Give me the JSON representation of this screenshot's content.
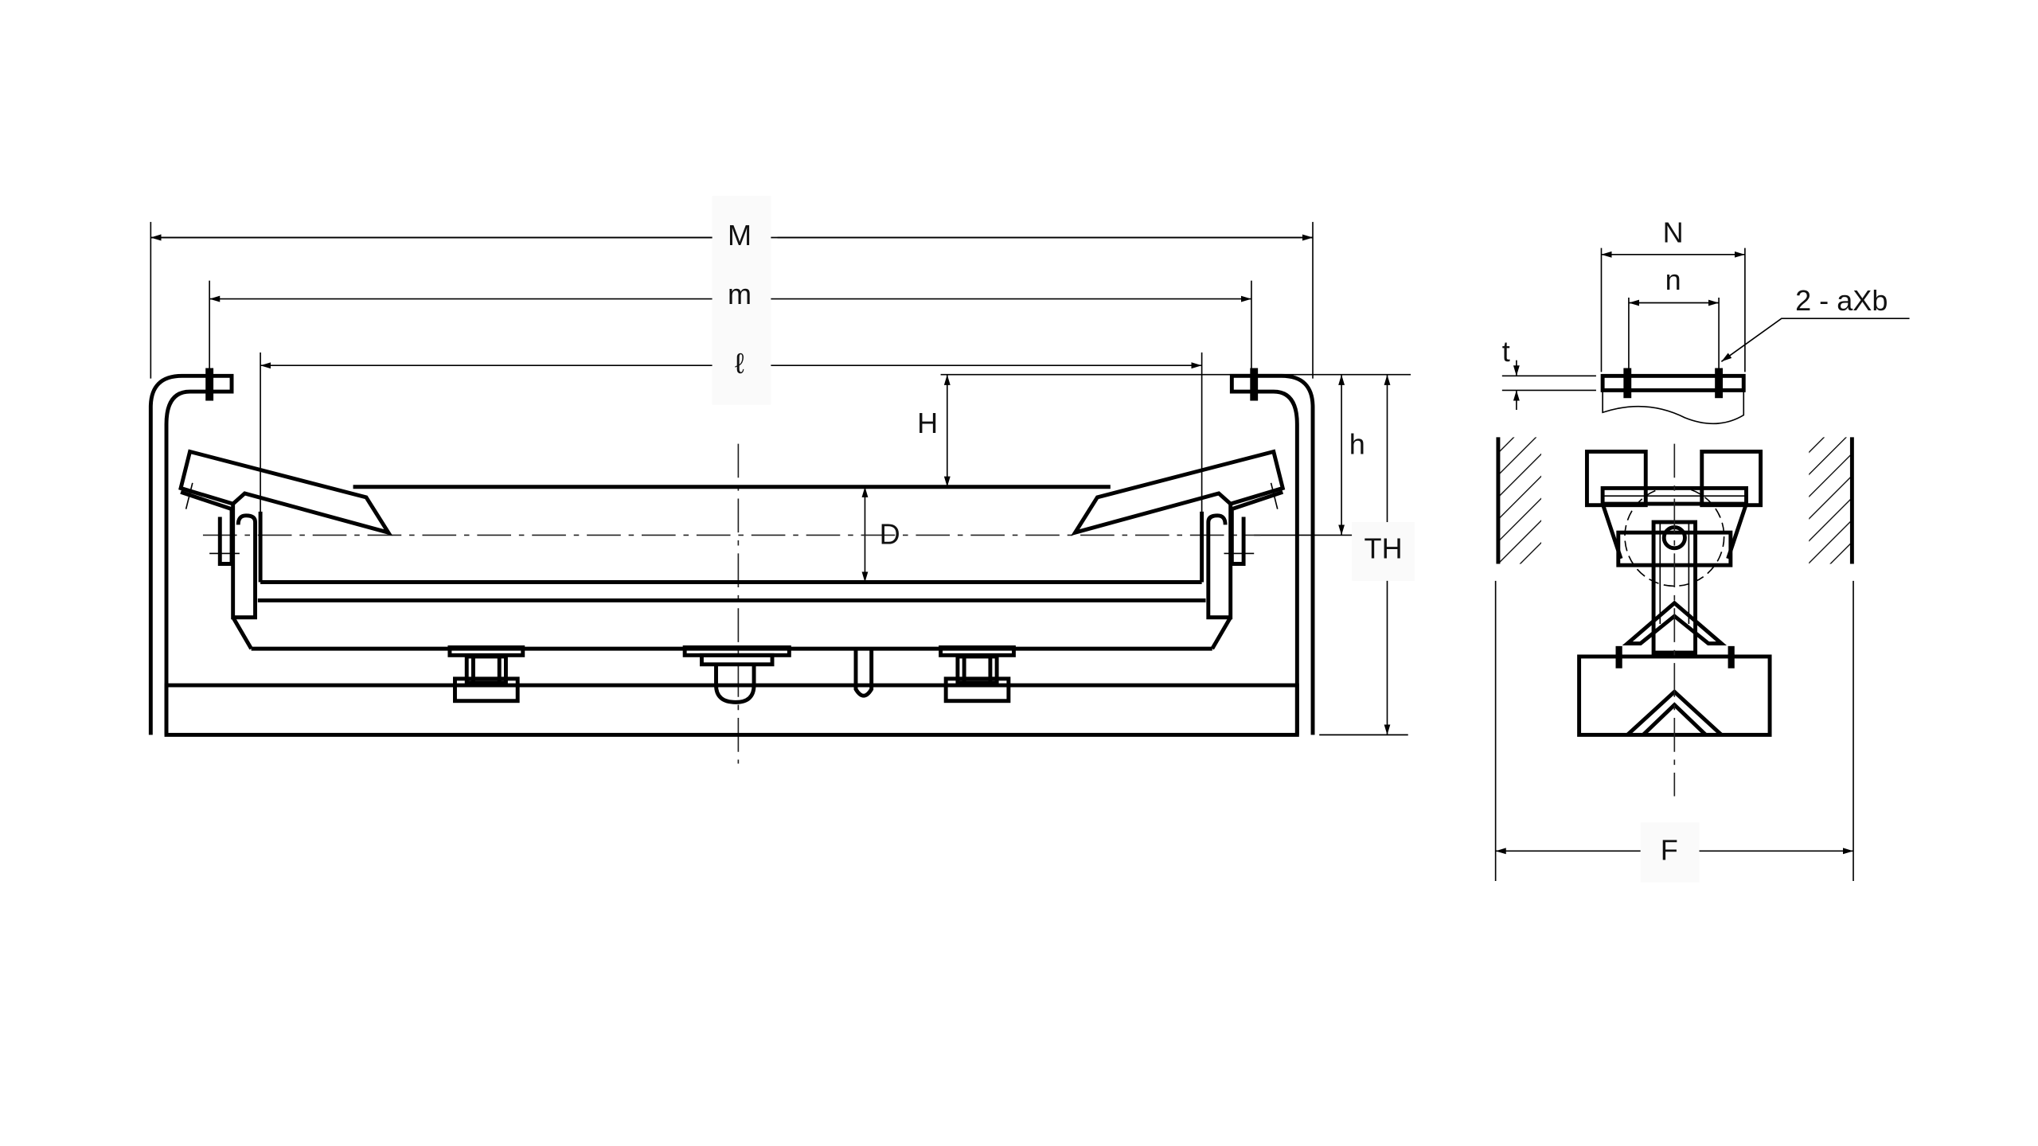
{
  "title": "Idler set dimension drawing",
  "front_view": {
    "labels": {
      "M": "M",
      "m": "m",
      "l": "ℓ",
      "H": "H",
      "D": "D",
      "h": "h",
      "TH": "TH"
    }
  },
  "side_view": {
    "labels": {
      "N": "N",
      "n": "n",
      "hole": "2 - aXb",
      "t": "t",
      "F": "F"
    }
  },
  "colors": {
    "line": "#000000",
    "background": "#ffffff"
  }
}
